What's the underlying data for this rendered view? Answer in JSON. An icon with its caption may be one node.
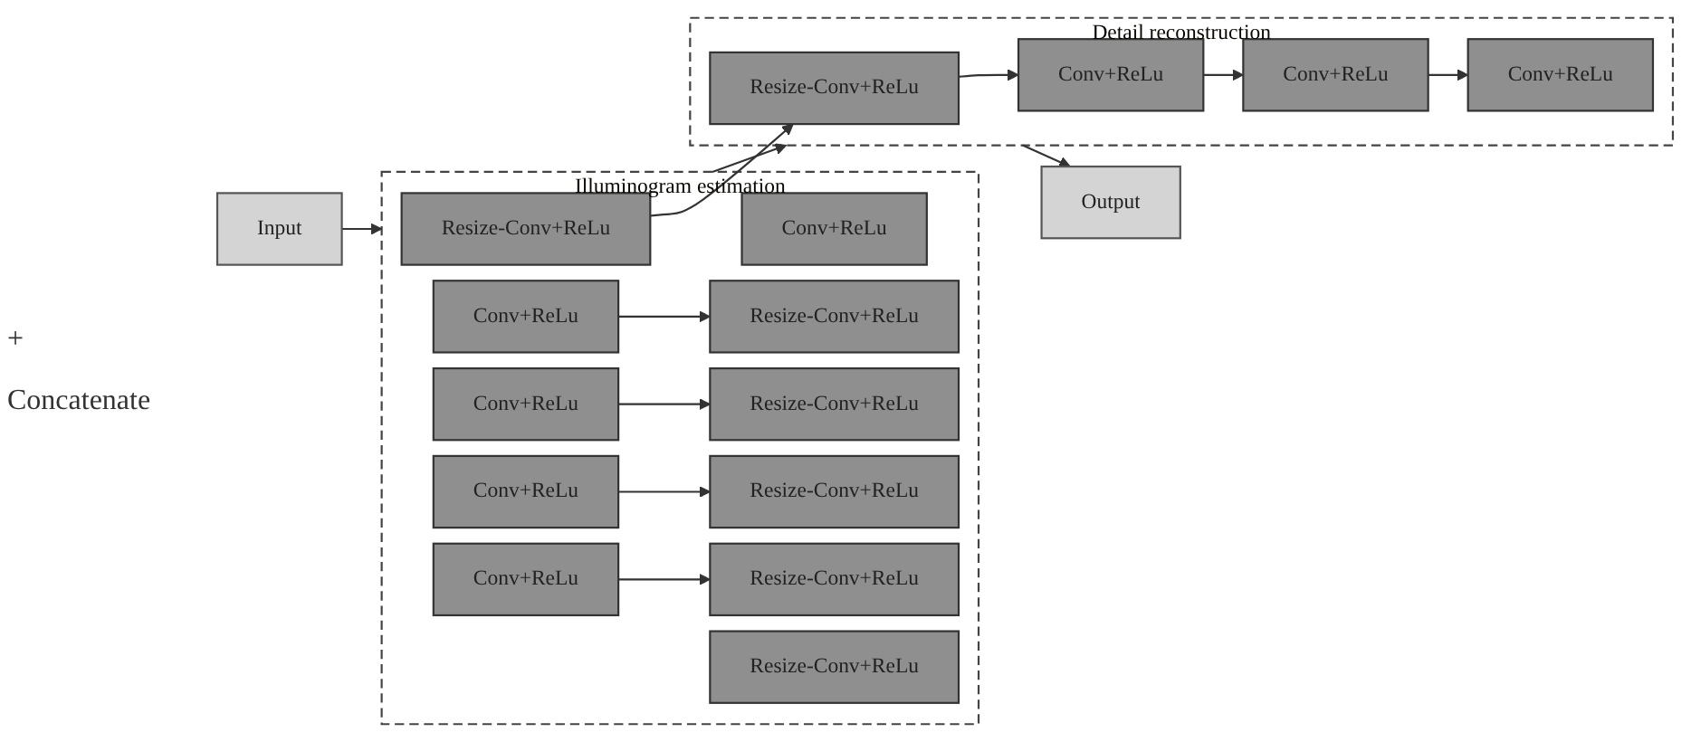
{
  "diagram": {
    "nodes": [
      {
        "text": [
          "Input"
        ]
      },
      {
        "text": [
          "Illuminogram estimation"
        ]
      },
      {
        "text": [
          "Resize-Conv+ReLu"
        ],
        "in": 1
      },
      {
        "text": [
          "Conv+ReLu"
        ],
        "in": 1
      },
      {
        "text": [
          "Conv+ReLu"
        ],
        "in": 1
      },
      {
        "text": [
          "Conv+ReLu"
        ],
        "in": 1
      },
      {
        "text": [
          "Conv+ReLu"
        ],
        "in": 1
      },
      {
        "text": [
          "Conv+ReLu"
        ],
        "in": 1
      },
      {
        "text": [
          "Resize-Conv+ReLu"
        ],
        "in": 1
      },
      {
        "text": [
          "Resize-Conv+ReLu"
        ],
        "in": 1
      },
      {
        "text": [
          "Resize-Conv+ReLu"
        ],
        "in": 1
      },
      {
        "text": [
          "Resize-Conv+ReLu"
        ],
        "in": 1
      },
      {
        "text": [
          "Resize-Conv+ReLu"
        ],
        "in": 1
      },
      {
        "text": [
          "Detail reconstruction"
        ]
      },
      {
        "text": [
          "Resize-Conv+ReLu"
        ],
        "in": 13
      },
      {
        "text": [
          "Conv+ReLu"
        ],
        "in": 13
      },
      {
        "text": [
          "Conv+ReLu"
        ],
        "in": 13
      },
      {
        "text": [
          "Conv+ReLu"
        ],
        "in": 13
      },
      {
        "text": [
          "Output"
        ]
      }
    ],
    "edges": [
      {
        "from": 0,
        "to": 1,
        "arrow": "to"
      },
      {
        "from": 3,
        "to": 11,
        "arrow": "to"
      },
      {
        "from": 4,
        "to": 10,
        "arrow": "to"
      },
      {
        "from": 5,
        "to": 9,
        "arrow": "to"
      },
      {
        "from": 6,
        "to": 8,
        "arrow": "to"
      },
      {
        "from": 2,
        "to": 14,
        "arrow": "to"
      },
      {
        "from": 1,
        "to": 13,
        "arrow": "to"
      },
      {
        "from": 14,
        "to": 15,
        "arrow": "to"
      },
      {
        "from": 15,
        "to": 16,
        "arrow": "to"
      },
      {
        "from": 16,
        "to": 17,
        "arrow": "to"
      },
      {
        "from": 13,
        "to": 18,
        "arrow": "to"
      }
    ],
    "labels": [
      "+",
      "Concatenate"
    ]
  }
}
